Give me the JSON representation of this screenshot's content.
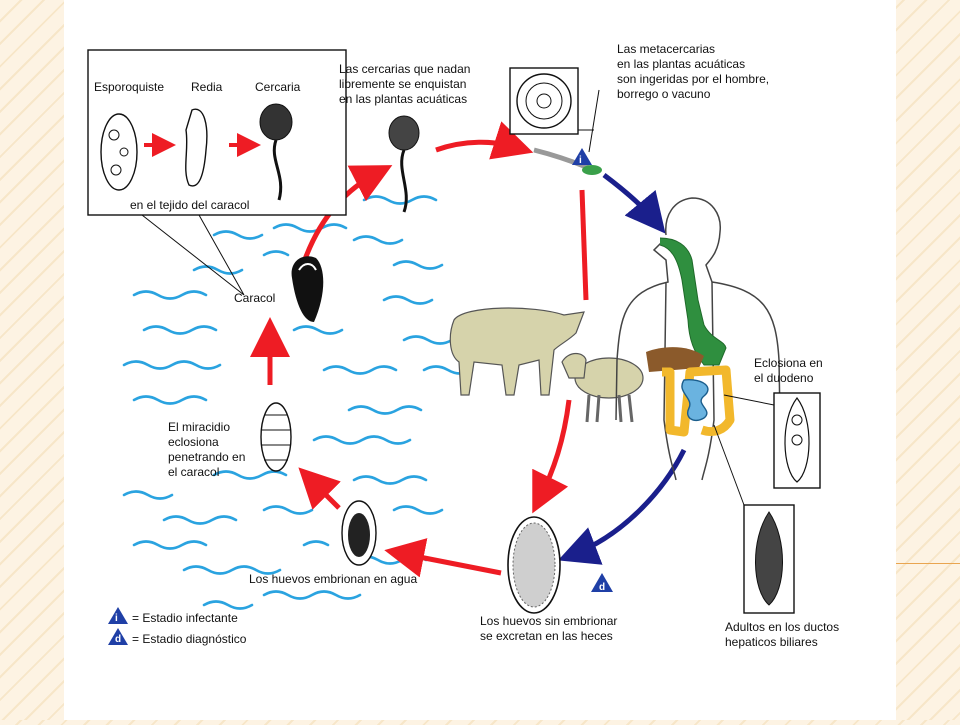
{
  "labels": {
    "esporoquiste": "Esporoquiste",
    "redia": "Redia",
    "cercaria": "Cercaria",
    "tejido": "en el tejido del caracol",
    "cercarias": [
      "Las cercarias que nadan",
      "libremente se enquistan",
      "en las plantas acuáticas"
    ],
    "metacercarias": [
      "Las metacercarias",
      "en las plantas acuáticas",
      "son ingeridas por el hombre,",
      "borrego o vacuno"
    ],
    "caracol": "Caracol",
    "miracidio": [
      "El miracidio",
      "eclosiona",
      "penetrando en",
      "el  caracol"
    ],
    "huevos_agua": "Los huevos embrionan en agua",
    "huevos_heces": [
      "Los huevos sin embrionar",
      "se excretan en las heces"
    ],
    "eclosiona": [
      "Eclosiona en",
      "el duodeno"
    ],
    "adultos": [
      "Adultos en los ductos",
      "hepaticos biliares"
    ]
  },
  "badges": {
    "infective": "i",
    "diagnostic": "d"
  },
  "legend": {
    "infective": "= Estadio infectante",
    "diagnostic": "= Estadio diagnóstico"
  },
  "colors": {
    "red_arrow": "#ee1c24",
    "blue_arrow": "#1a1f8c",
    "water": "#2aa3e0",
    "animal": "#d6d3ab",
    "digestive": "#2f8f3f",
    "intestine": "#f2b82c",
    "liver": "#8b5a2b",
    "badge": "#1f3fa6"
  }
}
